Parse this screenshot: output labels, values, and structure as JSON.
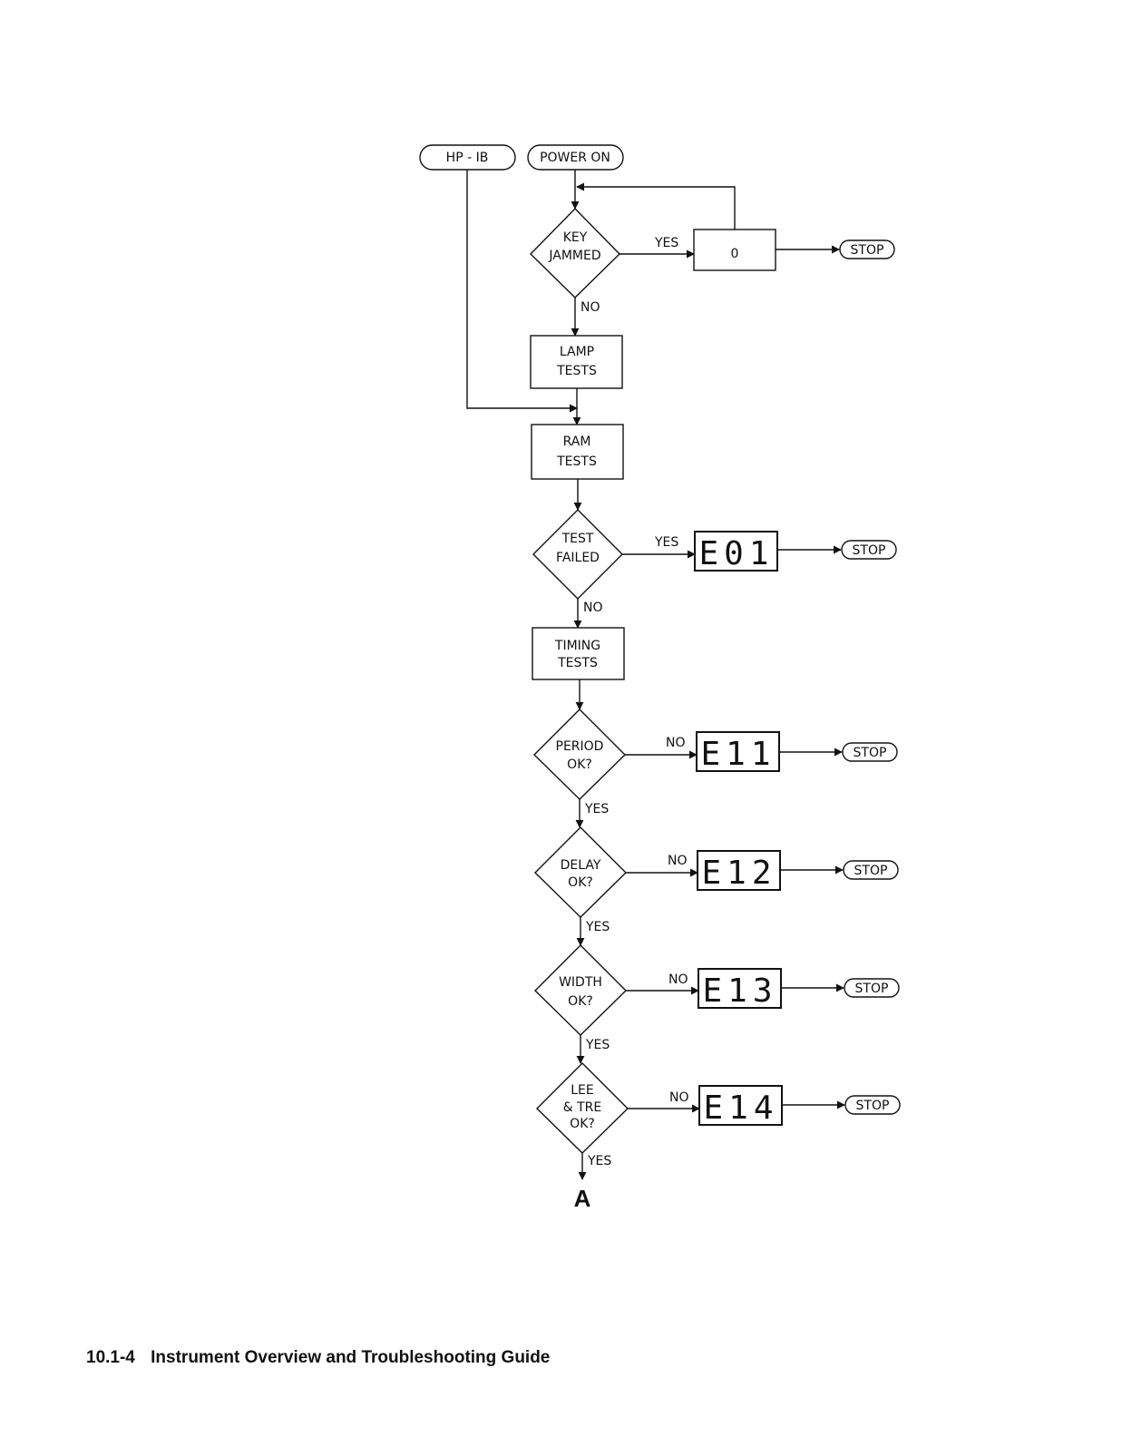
{
  "flowchart": {
    "start_hpib": "HP - IB",
    "start_power": "POWER ON",
    "key_jammed": [
      "KEY",
      "JAMMED"
    ],
    "key_display": "0",
    "lamp_tests": [
      "LAMP",
      "TESTS"
    ],
    "ram_tests": [
      "RAM",
      "TESTS"
    ],
    "test_failed": [
      "TEST",
      "FAILED"
    ],
    "e01": "E01",
    "timing_tests": [
      "TIMING",
      "TESTS"
    ],
    "period_ok": [
      "PERIOD",
      "OK?"
    ],
    "e11": "E11",
    "delay_ok": [
      "DELAY",
      "OK?"
    ],
    "e12": "E12",
    "width_ok": [
      "WIDTH",
      "OK?"
    ],
    "e13": "E13",
    "lee_tre_ok": [
      "LEE",
      "& TRE",
      "OK?"
    ],
    "e14": "E14",
    "stop": "STOP",
    "yes": "YES",
    "no": "NO",
    "connector": "A"
  },
  "footer": {
    "page_number": "10.1-4",
    "title": "Instrument Overview and Troubleshooting Guide"
  }
}
